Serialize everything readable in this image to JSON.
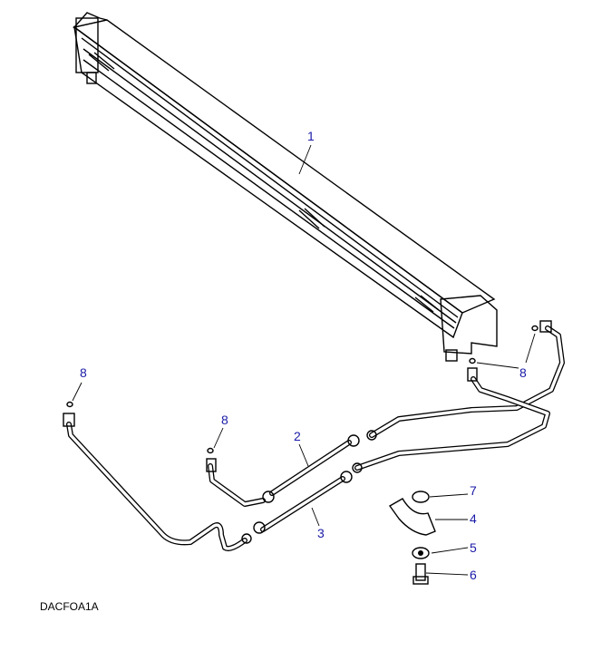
{
  "diagram": {
    "callouts": [
      {
        "id": "cooler",
        "text": "1"
      },
      {
        "id": "hose-upper",
        "text": "2"
      },
      {
        "id": "hose-lower",
        "text": "3"
      },
      {
        "id": "clamp",
        "text": "4"
      },
      {
        "id": "washer",
        "text": "5"
      },
      {
        "id": "bolt",
        "text": "6"
      },
      {
        "id": "spacer",
        "text": "7"
      },
      {
        "id": "o-ring-left",
        "text": "8"
      },
      {
        "id": "o-ring-mid",
        "text": "8"
      },
      {
        "id": "o-ring-right",
        "text": "8"
      }
    ],
    "illustration_code": "DACFOA1A"
  }
}
